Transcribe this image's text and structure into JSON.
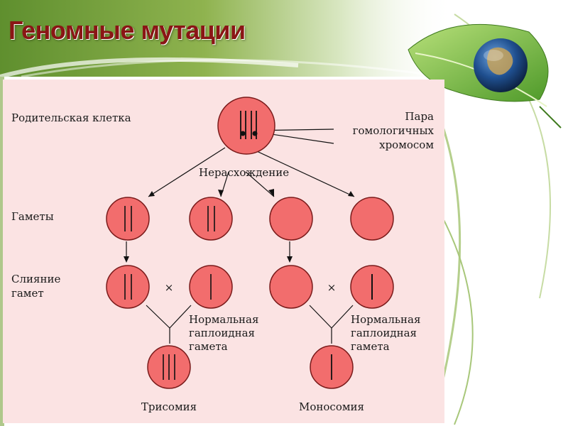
{
  "title": "Геномные мутации",
  "diagram": {
    "labels": {
      "parent_cell": "Родительская клетка",
      "homologous_pair": [
        "Пара",
        "гомологичных",
        "хромосом"
      ],
      "nondisjunction": "Нерасхождение",
      "gametes": "Гаметы",
      "fusion": [
        "Слияние",
        "гамет"
      ],
      "normal_gamete_left": [
        "Нормальная",
        "гаплоидная",
        "гамета"
      ],
      "normal_gamete_right": [
        "Нормальная",
        "гаплоидная",
        "гамета"
      ],
      "trisomy": "Трисомия",
      "monosomy": "Моносомия",
      "cross_left": "×",
      "cross_right": "×"
    },
    "colors": {
      "panel": "#fbe3e3",
      "cell_fill": "#f26d6d",
      "cell_stroke": "#7a1b1b",
      "title": "#8a1515"
    },
    "chromosome_counts": {
      "parent": 4,
      "gametes": [
        2,
        2,
        0,
        0
      ],
      "fusion": [
        2,
        1,
        0,
        1
      ],
      "results": [
        3,
        1
      ]
    }
  }
}
